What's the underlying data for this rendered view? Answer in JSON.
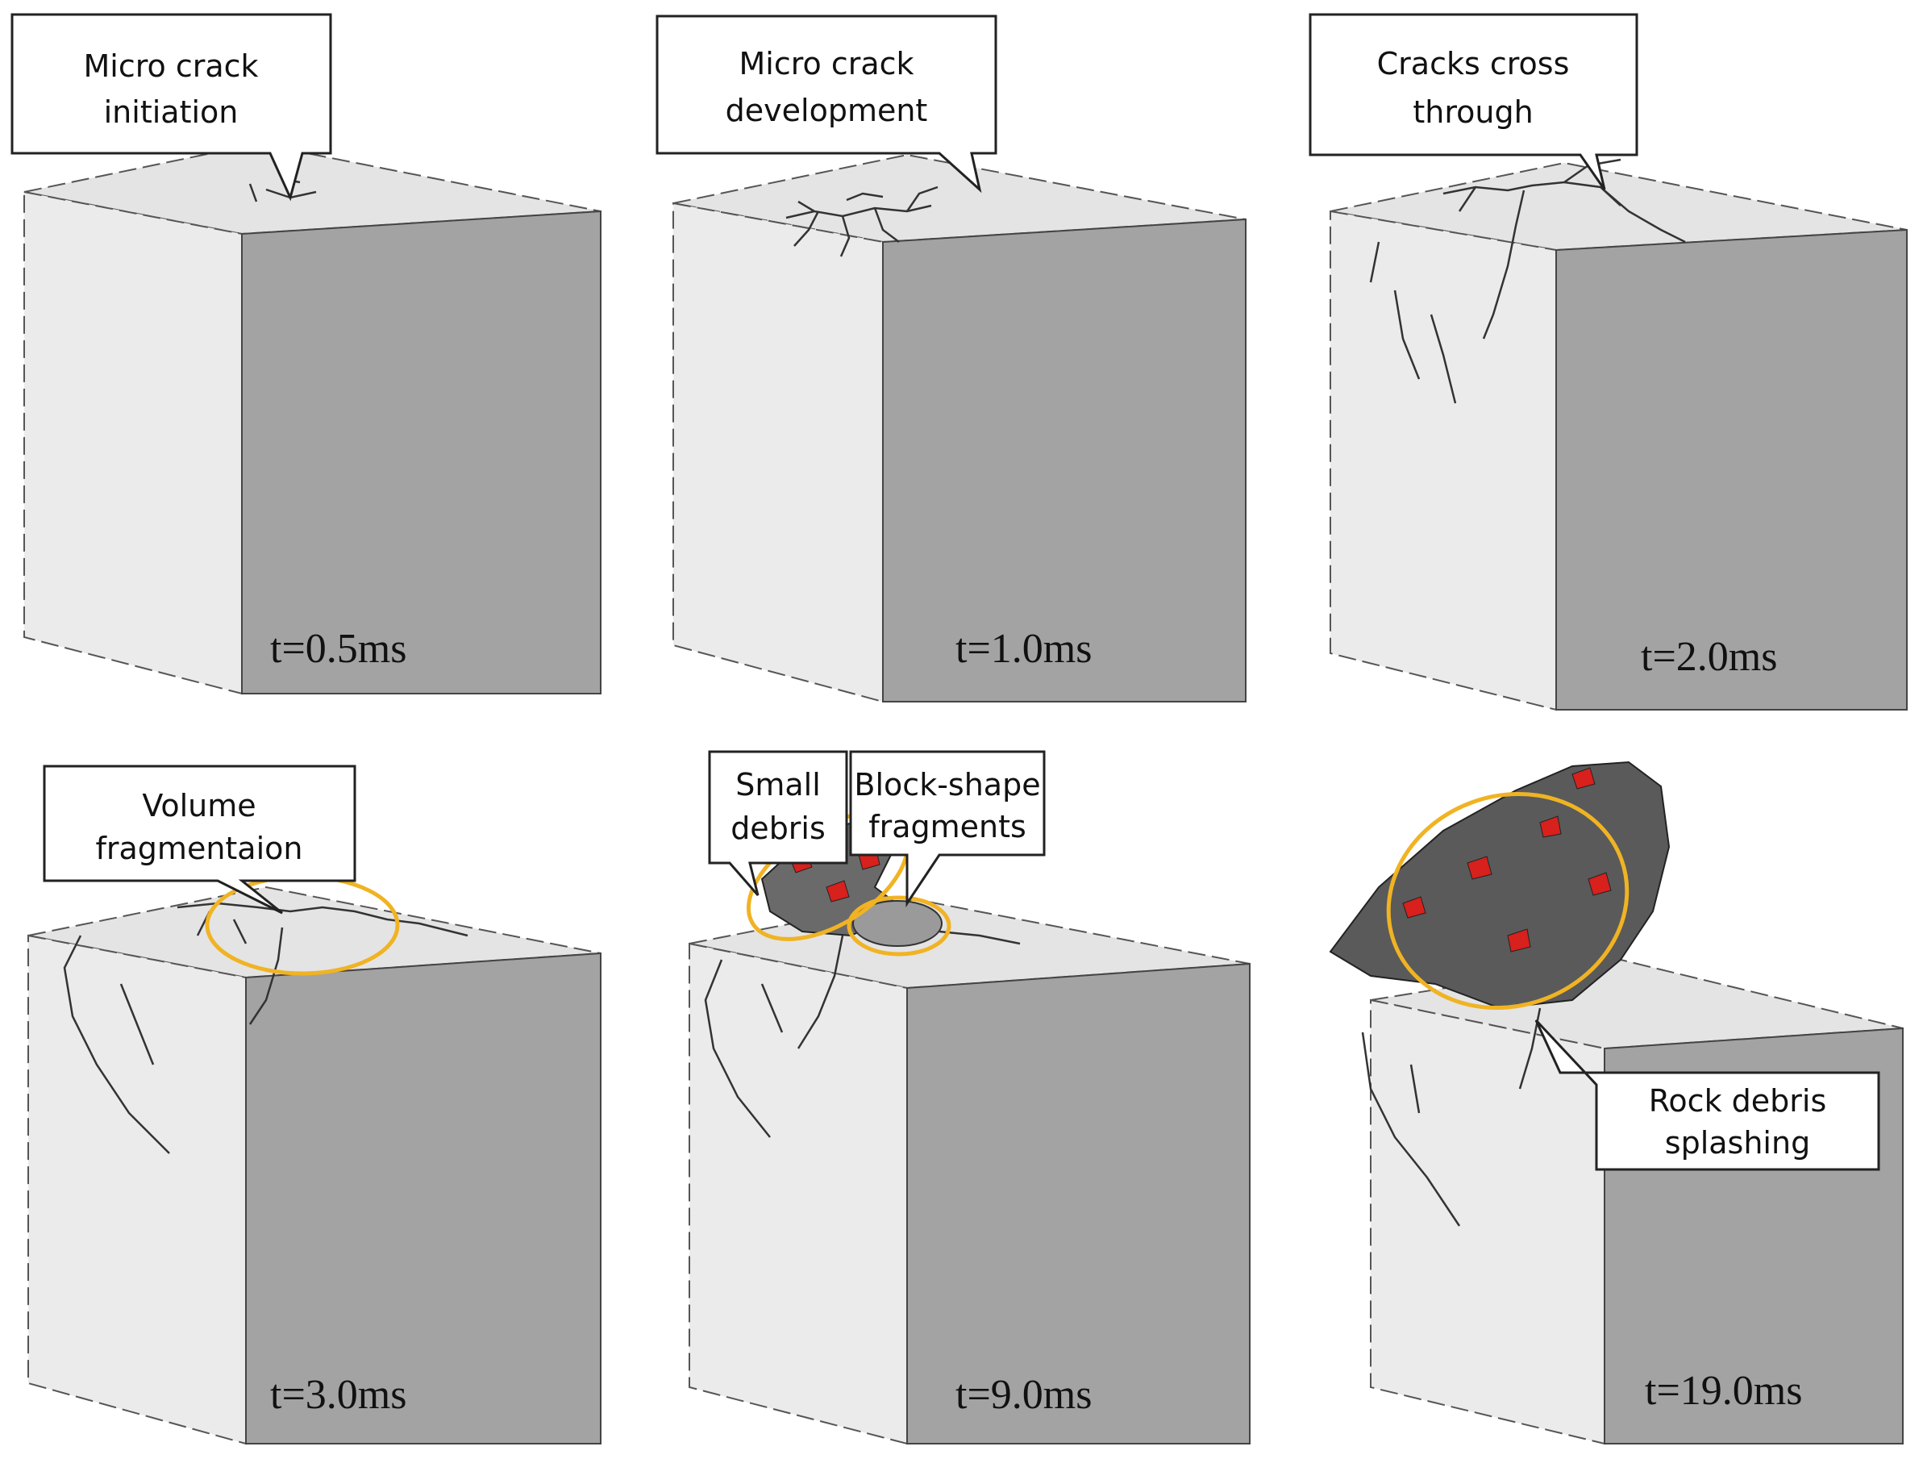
{
  "panels": [
    {
      "time": "t=0.5ms",
      "callouts": [
        {
          "lines": [
            "Micro crack",
            "initiation"
          ]
        }
      ]
    },
    {
      "time": "t=1.0ms",
      "callouts": [
        {
          "lines": [
            "Micro crack",
            "development"
          ]
        }
      ]
    },
    {
      "time": "t=2.0ms",
      "callouts": [
        {
          "lines": [
            "Cracks cross",
            "through"
          ]
        }
      ]
    },
    {
      "time": "t=3.0ms",
      "callouts": [
        {
          "lines": [
            "Volume",
            "fragmentaion"
          ]
        }
      ]
    },
    {
      "time": "t=9.0ms",
      "callouts": [
        {
          "lines": [
            "Small",
            "debris"
          ]
        },
        {
          "lines": [
            "Block-shape",
            "fragments"
          ]
        }
      ]
    },
    {
      "time": "t=19.0ms",
      "callouts": [
        {
          "lines": [
            "Rock debris",
            "splashing"
          ]
        }
      ]
    }
  ],
  "colors": {
    "front_face": "#a3a3a3",
    "side_face": "#ebebeb",
    "top_face": "#e4e4e4",
    "crack": "#333333",
    "debris_red": "#d8201c",
    "highlight_ellipse": "#f0b323"
  }
}
